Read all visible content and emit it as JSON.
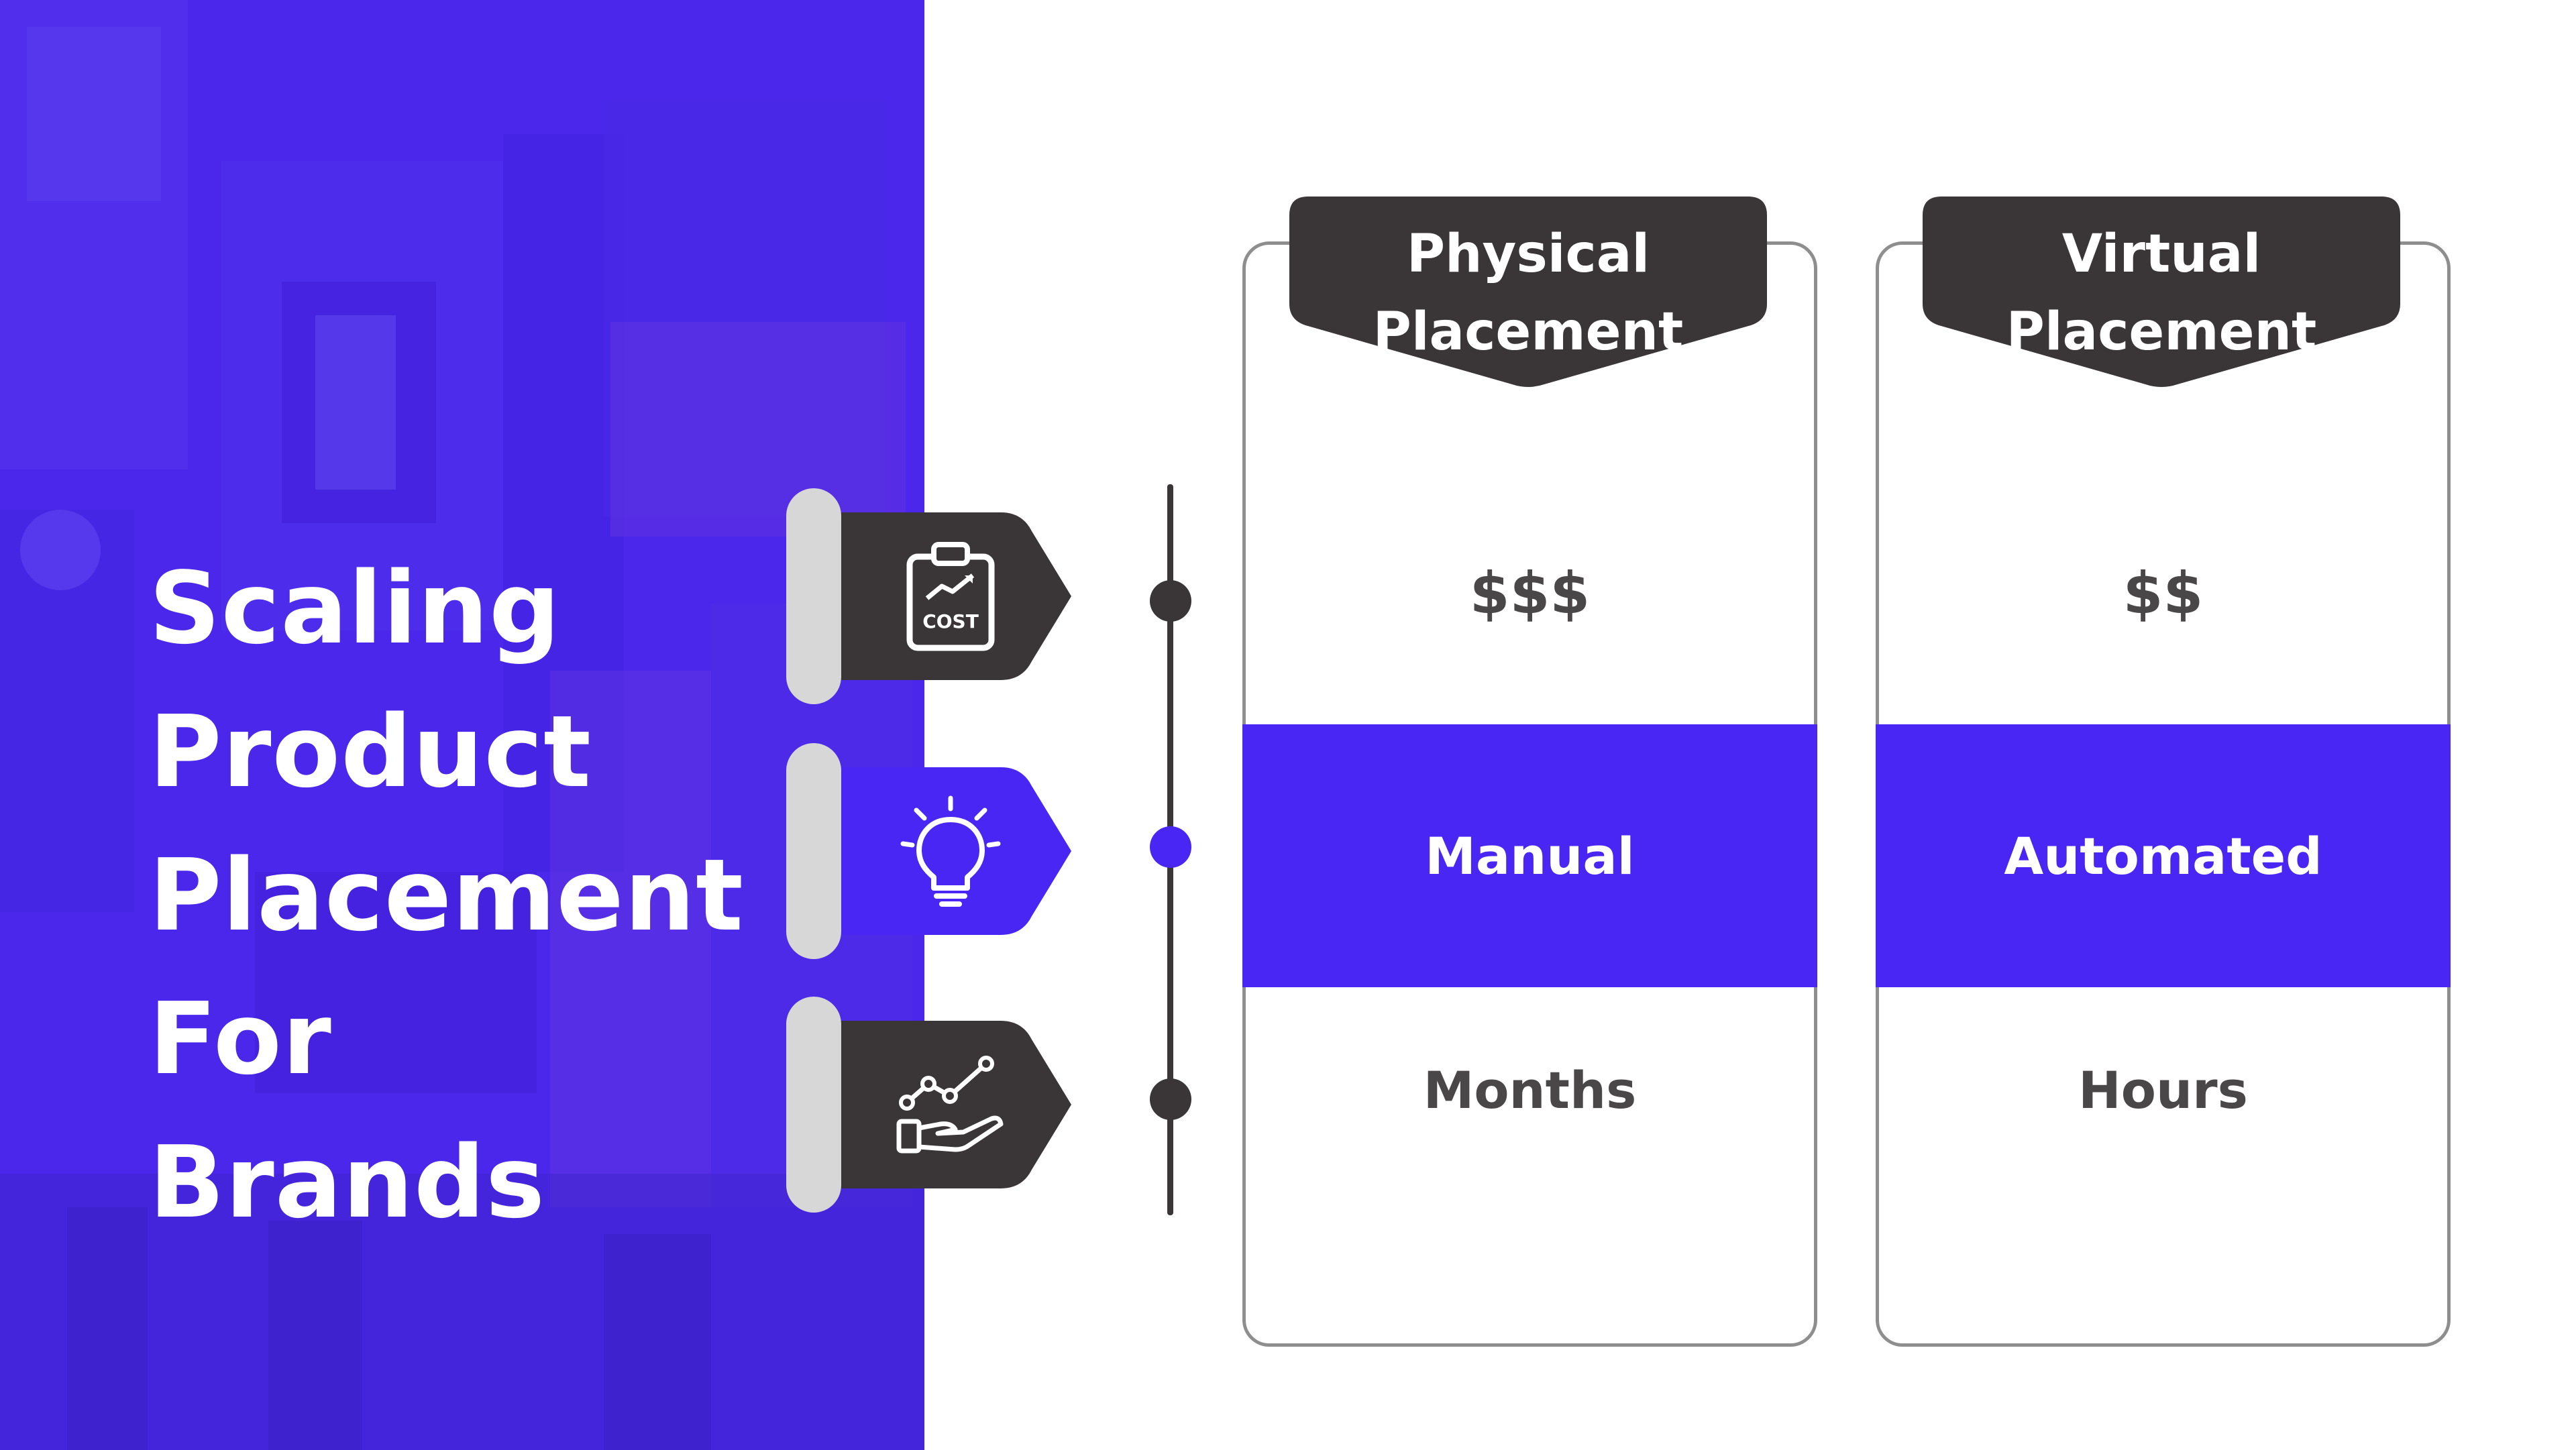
{
  "title_lines": [
    "Scaling",
    "Product",
    "Placement",
    "For",
    "Brands"
  ],
  "colors": {
    "accent": "#4a26f5",
    "dark": "#3a3536",
    "handle": "#d7d7d7",
    "card_border": "#8e8e8e"
  },
  "tabs": [
    {
      "icon": "cost-clipboard-icon",
      "icon_text": "COST",
      "fill": "#3a3536",
      "dot": "#3a3536"
    },
    {
      "icon": "lightbulb-icon",
      "fill": "#4a26f5",
      "dot": "#4a26f5"
    },
    {
      "icon": "growth-chart-hand-icon",
      "fill": "#3a3536",
      "dot": "#3a3536"
    }
  ],
  "columns": [
    {
      "header": [
        "Physical",
        "Placement"
      ],
      "cost": "$$$",
      "process": "Manual",
      "time": "Months"
    },
    {
      "header": [
        "Virtual",
        "Placement"
      ],
      "cost": "$$",
      "process": "Automated",
      "time": "Hours"
    }
  ]
}
